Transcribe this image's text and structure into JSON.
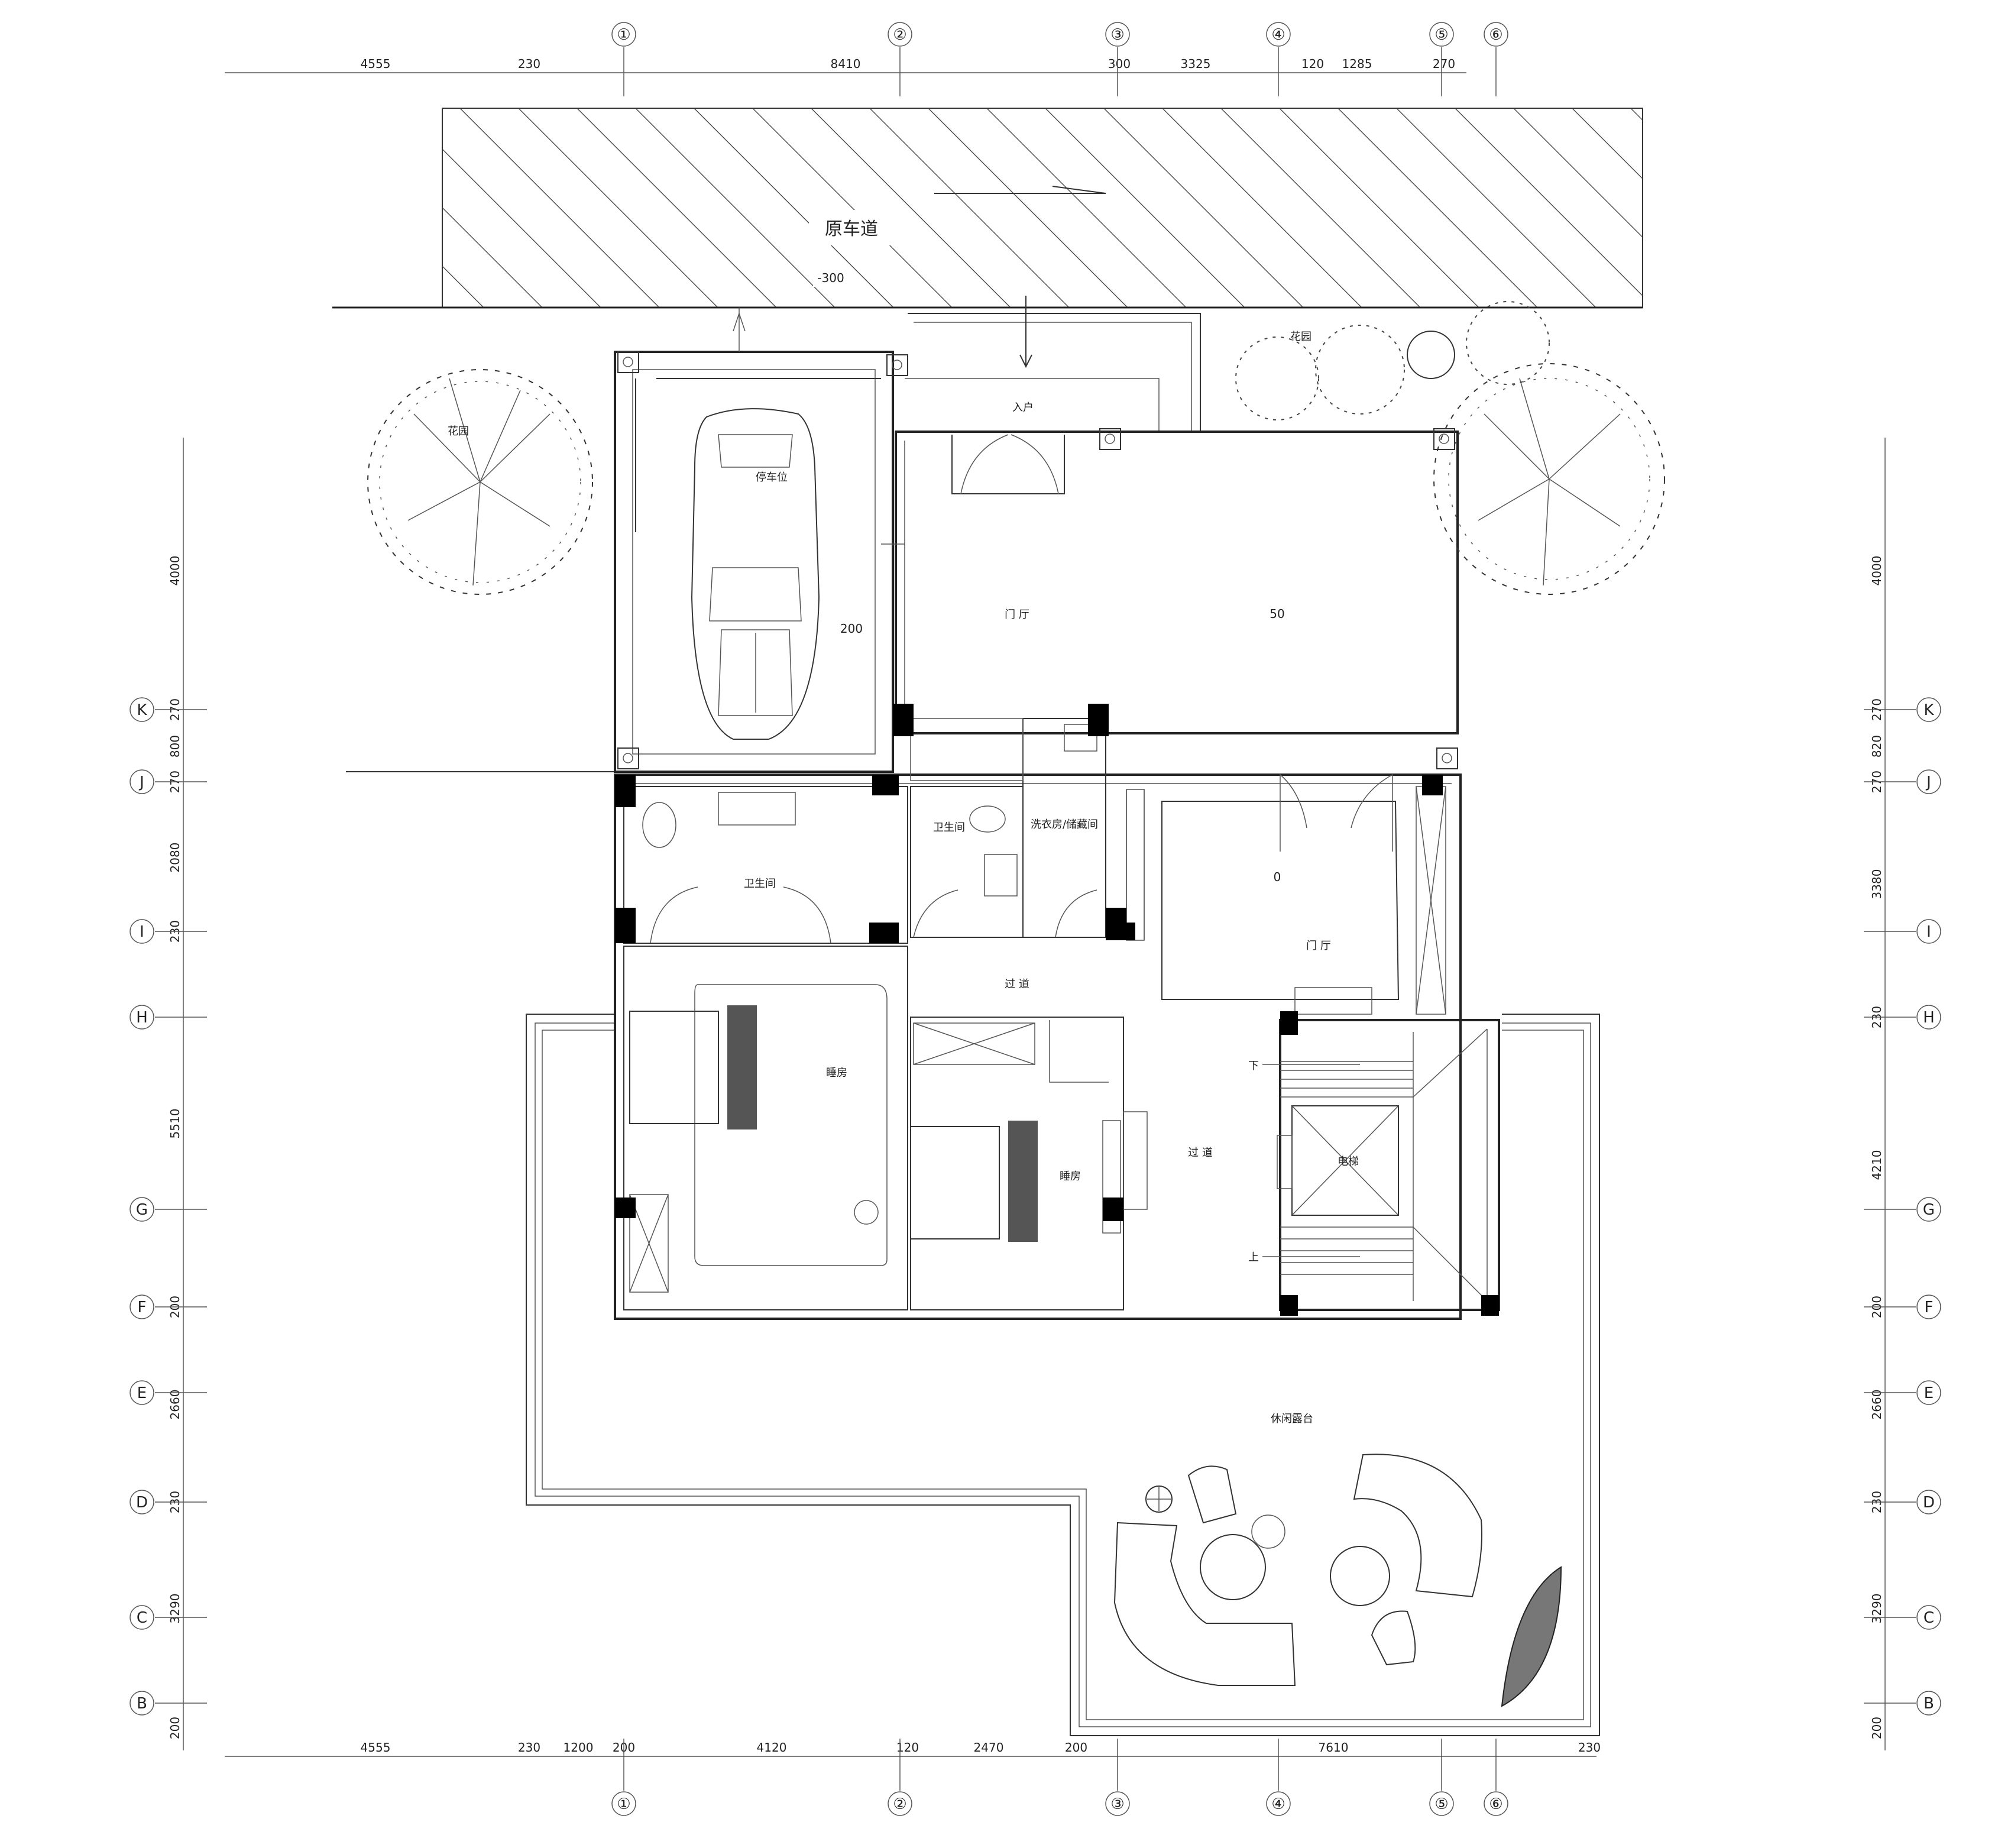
{
  "drawing": {
    "driveway_label": "原车道",
    "driveway_level": "-300",
    "parking_label": "停车位",
    "parking_level": "200",
    "garden_label_top": "花园",
    "garden_label_left": "花园",
    "entrance_label": "入户",
    "foyer_upper_label": "门 厅",
    "foyer_upper_level": "50",
    "bath_left_label": "卫生间",
    "bath_mid_label": "卫生间",
    "laundry_label": "洗衣房/储藏间",
    "foyer_lower_label": "门 厅",
    "foyer_lower_level": "0",
    "corridor_upper_label": "过 道",
    "corridor_lower_label": "过 道",
    "bedroom_left_label": "睡房",
    "bedroom_mid_label": "睡房",
    "elevator_label": "电梯",
    "stair_down_label": "下",
    "stair_up_label": "上",
    "terrace_label": "休闲露台"
  },
  "dimensions": {
    "top": [
      "4555",
      "230",
      "8410",
      "300",
      "3325",
      "120",
      "1285",
      "270"
    ],
    "bottom": [
      "4555",
      "230",
      "1200",
      "200",
      "4120",
      "120",
      "2470",
      "200",
      "7610",
      "230"
    ],
    "left": [
      "4000",
      "270",
      "800",
      "270",
      "2080",
      "230",
      "5510",
      "200",
      "2660",
      "230",
      "3290",
      "200"
    ],
    "right": [
      "4000",
      "270",
      "820",
      "270",
      "3380",
      "230",
      "4210",
      "200",
      "2660",
      "230",
      "3290",
      "200"
    ]
  },
  "axes": {
    "columns": [
      "①",
      "②",
      "③",
      "④",
      "⑤",
      "⑥"
    ],
    "rows": [
      "K",
      "J",
      "I",
      "H",
      "G",
      "F",
      "E",
      "D",
      "C",
      "B"
    ]
  }
}
